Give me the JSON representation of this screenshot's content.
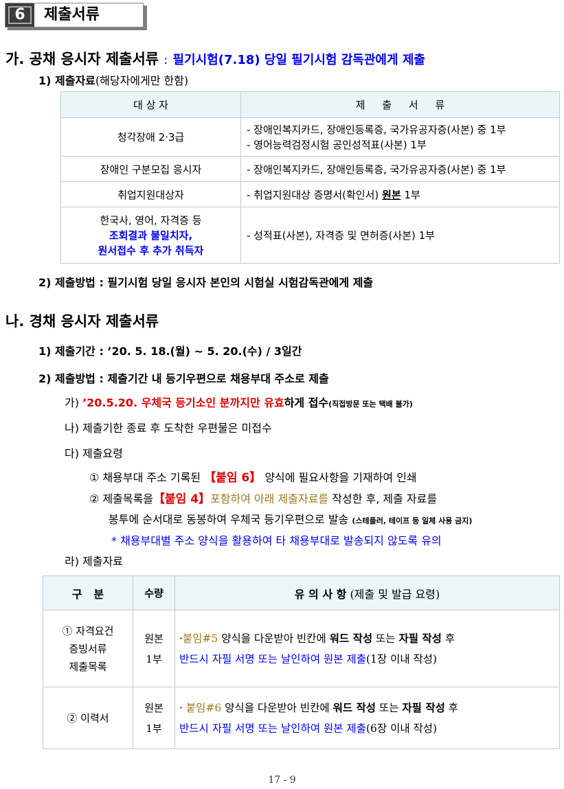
{
  "badge": {
    "number": "6",
    "title": "제출서류"
  },
  "sectionA": {
    "heading_prefix": "가. 공채 응시자 제출서류",
    "heading_colon": ":",
    "heading_note": "필기시험(7.18) 당일 필기시험 감독관에게 제출",
    "sub1_label": "1) 제출자료",
    "sub1_note": "(해당자에게만 한함)",
    "table": {
      "headers": [
        "대 상 자",
        "제  출  서  류"
      ],
      "rows": [
        {
          "target": "청각장애 2·3급",
          "docs": [
            "- 장애인복지카드, 장애인등록증, 국가유공자증(사본) 중 1부",
            "- 영어능력검정시험 공인성적표(사본) 1부"
          ]
        },
        {
          "target": "장애인 구분모집 응시자",
          "docs": [
            "- 장애인복지카드, 장애인등록증, 국가유공자증(사본) 중 1부"
          ]
        },
        {
          "target": "취업지원대상자",
          "doc_prefix": "- 취업지원대상 증명서(확인서) ",
          "doc_underline": "원본",
          "doc_suffix": " 1부"
        },
        {
          "target": "한국사, 영어, 자격증 등",
          "target_blue1": "조회결과 불일치자,",
          "target_blue2": "원서접수 후 추가 취득자",
          "docs": [
            "- 성적표(사본), 자격증 및 면허증(사본) 1부"
          ]
        }
      ]
    },
    "sub2": "2) 제출방법 : 필기시험 당일 응시자 본인의 시험실 시험감독관에게 제출"
  },
  "sectionB": {
    "heading": "나. 경채 응시자 제출서류",
    "sub1": "1) 제출기간 : ’20. 5. 18.(월) ~ 5. 20.(수) / 3일간",
    "sub2": "2) 제출방법 : 제출기간 내 등기우편으로 채용부대 주소로 제출",
    "ga_prefix": "가)",
    "ga_red": "’20.5.20. 우체국 등기소인 분까지만 유효",
    "ga_black": "하게 접수",
    "ga_small": "(직접방문 또는 택배 불가)",
    "na": "나) 제출기한 종료 후 도착한 우편물은 미접수",
    "da": "다) 제출요령",
    "item1_prefix": "① 채용부대 주소 기록된",
    "item1_ref": "【붙임 6】",
    "item1_suffix": "양식에 필요사항을 기재하여 인쇄",
    "item2_prefix": "② 제출목록을",
    "item2_ref": "【붙임 4】",
    "item2_gold": "포함하여 아래 제출자료를",
    "item2_suffix": "작성한 후, 제출 자료를",
    "item2_line2": "봉투에 순서대로 동봉하여 우체국 등기우편으로 발송",
    "item2_small": "(스테플러, 테이프 등 일체 사용 금지)",
    "item2_note": "* 채용부대별 주소 양식을 활용하여 타 채용부대로 발송되지 않도록 유의",
    "ra": "라) 제출자료",
    "table": {
      "headers": {
        "col1": "구   분",
        "col2": "수량",
        "col3_bold": "유 의 사 항",
        "col3_normal": "(제출 및 발급 요령)"
      },
      "rows": [
        {
          "name_lines": [
            "① 자격요건",
            "증빙서류",
            "제출목록"
          ],
          "qty_lines": [
            "원본",
            "1부"
          ],
          "note_gold": "붙임#5",
          "note_1": "양식을 다운받아 빈칸에",
          "note_b1": "워드 작성",
          "note_2": "또는",
          "note_b2": "자필 작성",
          "note_3": "후",
          "note_blue": "반드시 자필 서명 또는 날인하여 원본 제출",
          "note_end": "(1장 이내 작성)"
        },
        {
          "name_lines": [
            "② 이력서"
          ],
          "qty_lines": [
            "원본",
            "1부"
          ],
          "note_gold": "붙임#6",
          "note_1": "양식을 다운받아 빈칸에",
          "note_b1": "워드 작성",
          "note_2": "또는",
          "note_b2": "자필 작성",
          "note_3": "후",
          "note_blue": "반드시 자필 서명 또는 날인하여 원본 제출",
          "note_end": "(6장 이내 작성)"
        }
      ]
    }
  },
  "footer": "17 - 9"
}
